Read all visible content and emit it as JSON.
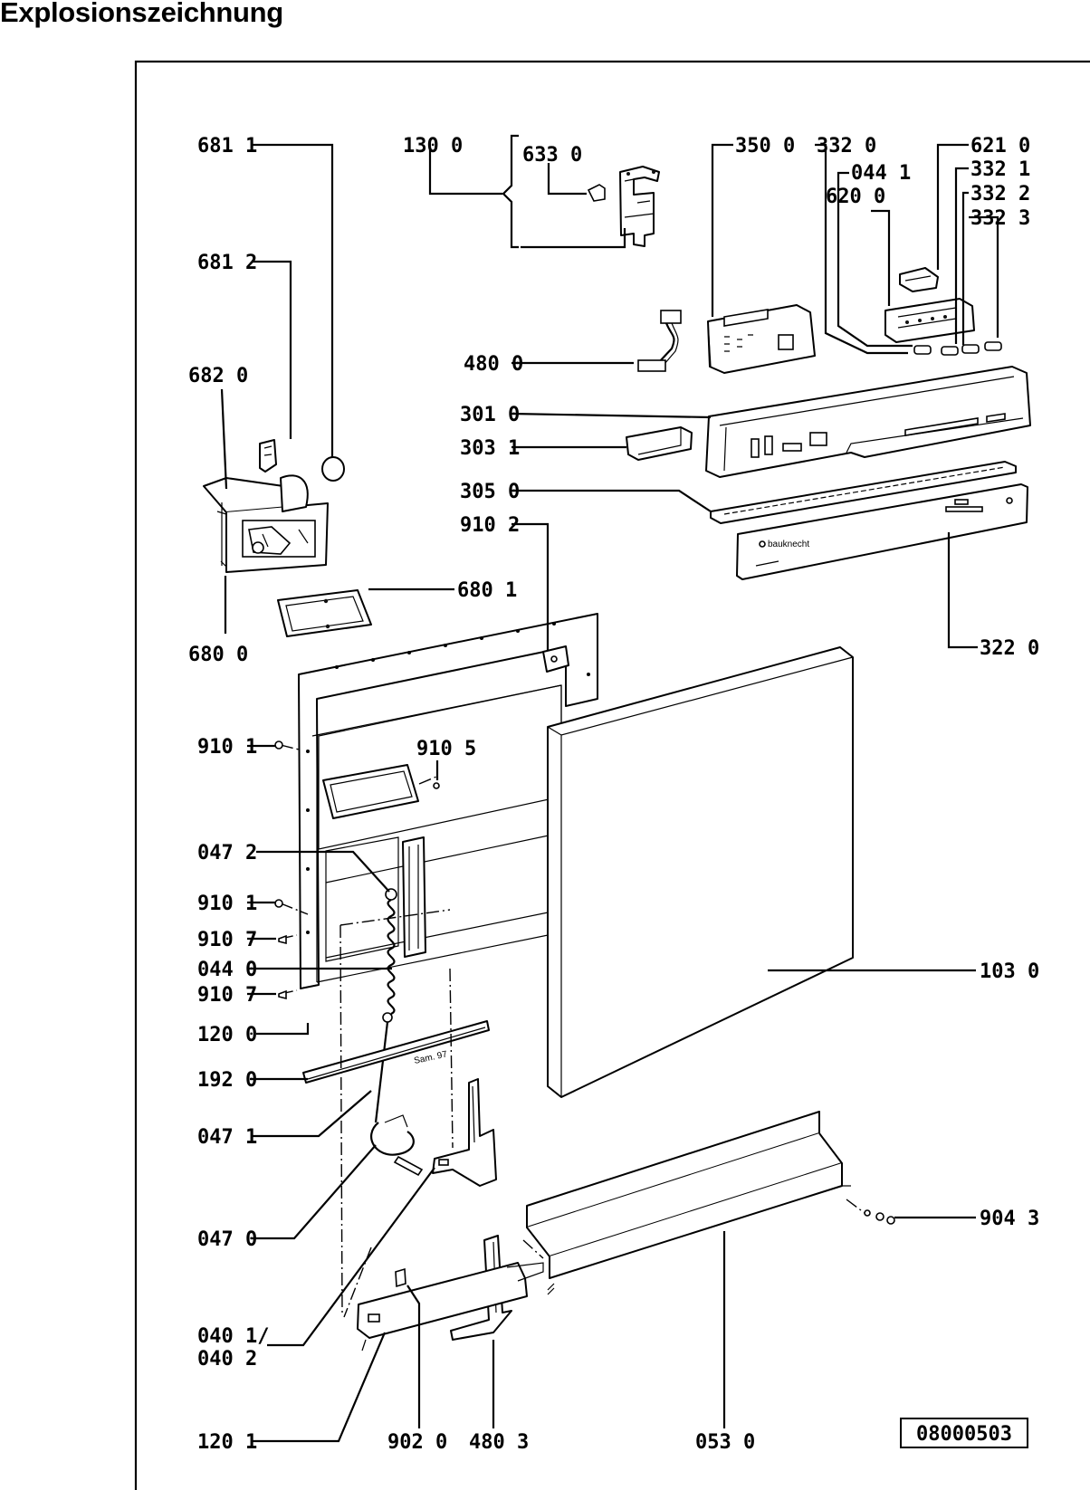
{
  "title": "Explosionszeichnung",
  "drawing_number": "08000503",
  "stamp_text": "Sam. 97",
  "labels": {
    "p6811": "681 1",
    "p6812": "681 2",
    "p6820": "682 0",
    "p6800": "680 0",
    "p1300": "130 0",
    "p6330": "633 0",
    "p3500": "350 0",
    "p3320": "332 0",
    "p0441": "044 1",
    "p6200": "620 0",
    "p6210": "621 0",
    "p3321": "332 1",
    "p3322": "332 2",
    "p3323": "332 3",
    "p4800": "480 0",
    "p3010": "301 0",
    "p3031": "303 1",
    "p3050": "305 0",
    "p9102": "910 2",
    "p6801": "680 1",
    "p3220": "322 0",
    "p9101a": "910 1",
    "p9105": "910 5",
    "p0472": "047 2",
    "p9101b": "910 1",
    "p9107a": "910 7",
    "p0440": "044 0",
    "p9107b": "910 7",
    "p1200": "120 0",
    "p1920": "192 0",
    "p0471": "047 1",
    "p0470": "047 0",
    "p0401": "040 1/",
    "p0402": "040 2",
    "p1201": "120 1",
    "p9020": "902 0",
    "p4803": "480 3",
    "p0530": "053 0",
    "p1030": "103 0",
    "p9043": "904 3"
  }
}
